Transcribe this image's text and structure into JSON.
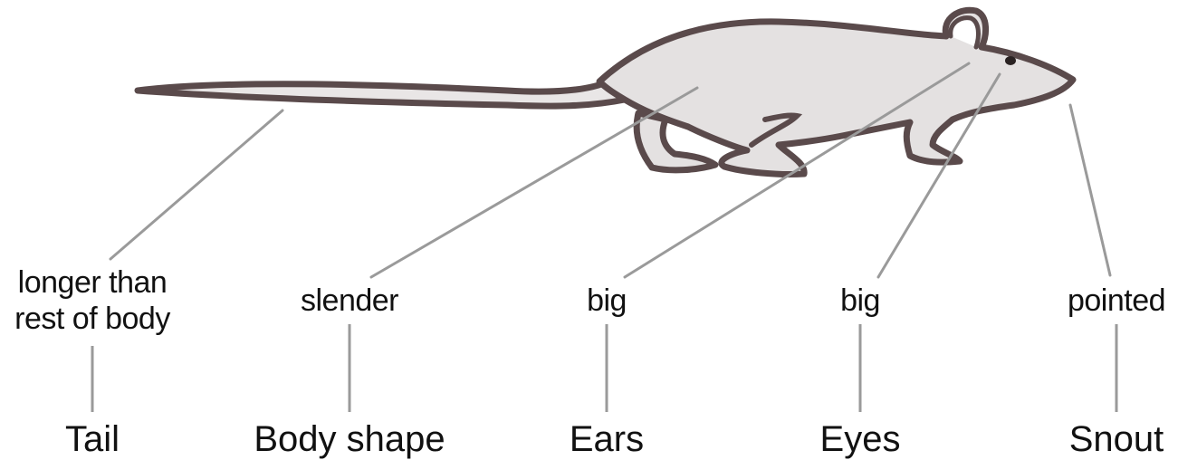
{
  "colors": {
    "outline": "#5a4a4b",
    "fill": "#e4e1e1",
    "leader": "#9a9a9a",
    "text": "#111111"
  },
  "features": [
    {
      "id": "tail",
      "name": "Tail",
      "description": "longer than\nrest of body"
    },
    {
      "id": "body-shape",
      "name": "Body shape",
      "description": "slender"
    },
    {
      "id": "ears",
      "name": "Ears",
      "description": "big"
    },
    {
      "id": "eyes",
      "name": "Eyes",
      "description": "big"
    },
    {
      "id": "snout",
      "name": "Snout",
      "description": "pointed"
    }
  ]
}
